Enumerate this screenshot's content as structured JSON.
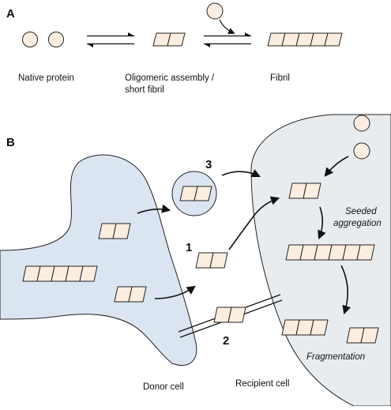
{
  "panel_a": {
    "letter": "A",
    "native_label": "Native protein",
    "oligomer_label_line1": "Oligomeric assembly /",
    "oligomer_label_line2": "short fibril",
    "fibril_label": "Fibril"
  },
  "panel_b": {
    "letter": "B",
    "route_1": "1",
    "route_2": "2",
    "route_3": "3",
    "seeded_line1": "Seeded",
    "seeded_line2": "aggregation",
    "fragmentation": "Fragmentation",
    "donor_cell": "Donor cell",
    "recipient_cell": "Recipient cell"
  },
  "colors": {
    "monomer_fill": "#fbeee0",
    "donor_cell_fill": "#dbe5f1",
    "recipient_cell_fill": "#e9ecef",
    "outline": "#222222"
  }
}
